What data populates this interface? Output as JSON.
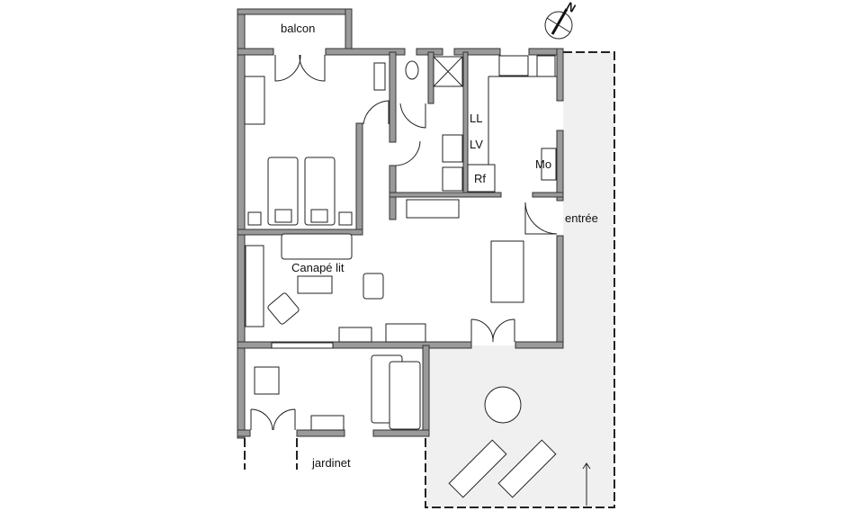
{
  "plan": {
    "labels": {
      "balcony": "balcon",
      "dishwasher": "LL",
      "washing_machine": "LV",
      "fridge": "Rf",
      "microwave": "Mo",
      "entrance": "entrée",
      "sofa_bed": "Canapé lit",
      "garden": "jardinet"
    },
    "compass": {
      "north": "N"
    }
  }
}
